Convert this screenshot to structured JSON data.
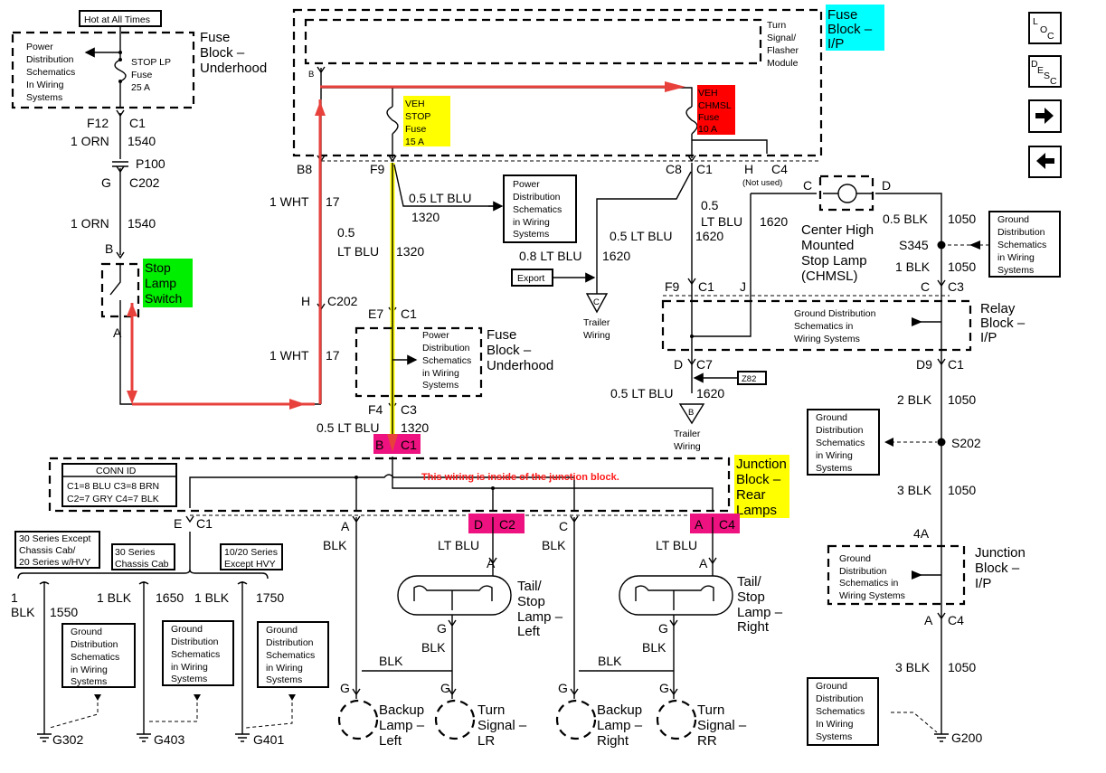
{
  "colors": {
    "power_path": "#e8413c",
    "highlight_yellow": "#ffff00",
    "highlight_pink": "#ee1180",
    "highlight_cyan": "#00ffff",
    "highlight_green": "#00ee00",
    "highlight_red": "#ff0000"
  },
  "nav": {
    "loc": [
      "L",
      "O",
      "C"
    ],
    "desc": [
      "D",
      "E",
      "S",
      "C"
    ],
    "next_icon": "arrow-right-icon",
    "prev_icon": "arrow-left-icon"
  },
  "top_left": {
    "hot": "Hot at All Times",
    "pd": [
      "Power",
      "Distribution",
      "Schematics",
      "In Wiring",
      "Systems"
    ],
    "fuse": [
      "STOP LP",
      "Fuse",
      "25 A"
    ],
    "block": [
      "Fuse",
      "Block –",
      "Underhood"
    ]
  },
  "stop_circuit": {
    "f12": "F12",
    "c1": "C1",
    "w1_size": "1 ORN",
    "w1_num": "1540",
    "p100": "P100",
    "g": "G",
    "c202": "C202",
    "w2_size": "1 ORN",
    "w2_num": "1540",
    "b": "B",
    "a": "A",
    "switch": [
      "Stop",
      "Lamp",
      "Switch"
    ]
  },
  "fuse_block_ip": {
    "label": [
      "Fuse",
      "Block –",
      "I/P"
    ],
    "module": [
      "Turn",
      "Signal/",
      "Flasher",
      "Module"
    ],
    "b": "B",
    "veh_stop": [
      "VEH",
      "STOP",
      "Fuse",
      "15 A"
    ],
    "veh_chmsl": [
      "VEH",
      "CHMSL",
      "Fuse",
      "10 A"
    ],
    "b8": "B8",
    "f9": "F9",
    "c8": "C8",
    "c1": "C1",
    "h": "H",
    "c4": "C4",
    "not_used": "(Not used)"
  },
  "left_mid": {
    "w1_size": "1 WHT",
    "w1_num": "17",
    "h": "H",
    "c202": "C202",
    "w2_size": "1 WHT",
    "w2_num": "17"
  },
  "center": {
    "w_lt_blu": "0.5 LT BLU",
    "w_1320": "1320",
    "pd": [
      "Power",
      "Distribution",
      "Schematics",
      "in Wiring",
      "Systems"
    ],
    "w2": [
      "0.5",
      "LT BLU",
      "1320"
    ],
    "e7": "E7",
    "c1": "C1",
    "pd2": [
      "Power",
      "Distribution",
      "Schematics",
      "in Wiring",
      "Systems"
    ],
    "fbu": [
      "Fuse",
      "Block –",
      "Underhood"
    ],
    "f4": "F4",
    "c3": "C3",
    "w3_size": "0.5 LT BLU",
    "w3_num": "1320",
    "b": "B",
    "c1b": "C1"
  },
  "trailer": {
    "export": "Export",
    "w08": "0.8 LT BLU",
    "w08_num": "1620",
    "tri_c": "C",
    "trailer_c": [
      "Trailer",
      "Wiring"
    ],
    "w05": "0.5 LT BLU",
    "w05_num": "1620",
    "z82": "Z82",
    "d": "D",
    "c7": "C7",
    "w05b": "0.5 LT BLU",
    "w05b_num": "1620",
    "tri_b": "B",
    "trailer_b": [
      "Trailer",
      "Wiring"
    ]
  },
  "chmsl": {
    "w": [
      "0.5",
      "LT BLU",
      "1620"
    ],
    "c": "C",
    "d": "D",
    "name": [
      "Center High",
      "Mounted",
      "Stop Lamp",
      "(CHMSL)"
    ],
    "f9": "F9",
    "c1": "C1",
    "j": "J"
  },
  "right": {
    "w1_size": "0.5 BLK",
    "w1_num": "1050",
    "s345": "S345",
    "gd1": [
      "Ground",
      "Distribution",
      "Schematics",
      "in Wiring",
      "Systems"
    ],
    "w2_size": "1 BLK",
    "w2_num": "1050",
    "c": "C",
    "c3": "C3",
    "relay_gd": [
      "Ground Distribution",
      "Schematics in",
      "Wiring Systems"
    ],
    "relay": [
      "Relay",
      "Block –",
      "I/P"
    ],
    "d9": "D9",
    "c1": "C1",
    "w3_size": "2 BLK",
    "w3_num": "1050",
    "s202": "S202",
    "gd2": [
      "Ground",
      "Distribution",
      "Schematics",
      "in Wiring",
      "Systems"
    ],
    "w4_size": "3 BLK",
    "w4_num": "1050",
    "a4": "4A",
    "jb_gd": [
      "Ground",
      "Distribution",
      "Schematics in",
      "Wiring Systems"
    ],
    "jb": [
      "Junction",
      "Block –",
      "I/P"
    ],
    "a": "A",
    "c4": "C4",
    "w5_size": "3 BLK",
    "w5_num": "1050",
    "gd3": [
      "Ground",
      "Distribution",
      "Schematics",
      "In Wiring",
      "Systems"
    ],
    "g200": "G200"
  },
  "junction": {
    "conn_id": "CONN ID",
    "conn1": "C1=8 BLU  C3=8 BRN",
    "conn2": "C2=7 GRY C4=7 BLK",
    "note": "This wiring is inside of the junction block.",
    "label": [
      "Junction",
      "Block –",
      "Rear",
      "Lamps"
    ]
  },
  "rear": {
    "e": "E",
    "c1": "C1",
    "a1": "A",
    "blk1": "BLK",
    "d": "D",
    "c2": "C2",
    "lt_blu1": "LT BLU",
    "a2": "A",
    "c": "C",
    "blk2": "BLK",
    "a3": "A",
    "c4": "C4",
    "lt_blu2": "LT BLU",
    "a4": "A",
    "tail_left": [
      "Tail/",
      "Stop",
      "Lamp –",
      "Left"
    ],
    "tail_right": [
      "Tail/",
      "Stop",
      "Lamp –",
      "Right"
    ],
    "g1": "G",
    "blk3": "BLK",
    "g2": "G",
    "blk4": "BLK",
    "blk5": "BLK",
    "blk6": "BLK",
    "g3": "G",
    "g4": "G",
    "g5": "G",
    "g6": "G",
    "backup_left": [
      "Backup",
      "Lamp –",
      "Left"
    ],
    "turn_lr": [
      "Turn",
      "Signal –",
      "LR"
    ],
    "backup_right": [
      "Backup",
      "Lamp –",
      "Right"
    ],
    "turn_rr": [
      "Turn",
      "Signal –",
      "RR"
    ]
  },
  "bottom_left": {
    "opt1": [
      "30 Series Except",
      "Chassis Cab/",
      "20 Series w/HVY"
    ],
    "opt2": [
      "30 Series",
      "Chassis Cab"
    ],
    "opt3": [
      "10/20 Series",
      "Except HVY"
    ],
    "w1": [
      "1",
      "BLK",
      "1550"
    ],
    "w2": [
      "1 BLK",
      "1650"
    ],
    "w3": [
      "1 BLK",
      "1750"
    ],
    "gd": [
      "Ground",
      "Distribution",
      "Schematics",
      "in Wiring",
      "Systems"
    ],
    "g302": "G302",
    "g403": "G403",
    "g401": "G401"
  }
}
